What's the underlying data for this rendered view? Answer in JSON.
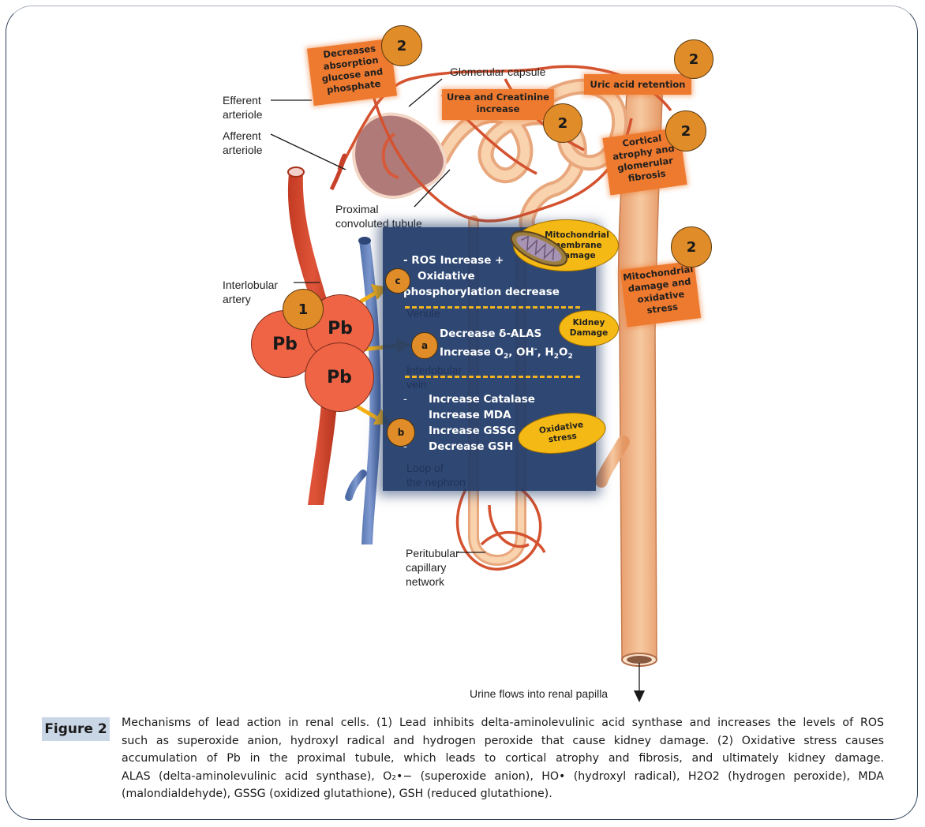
{
  "figure": {
    "label": "Figure 2",
    "caption_lines": [
      "Mechanisms of lead action in renal cells. (1) Lead inhibits delta-aminolevulinic acid synthase and increases the levels of ROS",
      "such as superoxide anion, hydroxyl radical and hydrogen peroxide that cause kidney damage. (2) Oxidative stress causes",
      "accumulation of Pb in the proximal tubule, which leads to cortical atrophy and fibrosis, and ultimately kidney damage.",
      "ALAS (delta-aminolevulinic acid synthase), O₂•− (superoxide anion), HO• (hydroxyl radical), H2O2 (hydrogen peroxide), MDA",
      "(malondialdehyde), GSSG (oxidized glutathione), GSH (reduced glutathione)."
    ]
  },
  "anatomy_labels": {
    "efferent_arteriole": [
      "Efferent",
      "arteriole"
    ],
    "afferent_arteriole": [
      "Afferent",
      "arteriole"
    ],
    "glomerular_capsule": "Glomerular capsule",
    "proximal_tubule": [
      "Proximal",
      "convoluted tubule"
    ],
    "interlobular_artery": [
      "Interlobular",
      "artery"
    ],
    "venule": "Venule",
    "interlobular_vein": [
      "Interlobular",
      "vein"
    ],
    "loop_of_nephron": [
      "Loop of",
      "the nephron"
    ],
    "peritubular": [
      "Peritubular",
      "capillary",
      "network"
    ],
    "urine_flow": "Urine flows into renal papilla"
  },
  "effects": {
    "absorption": [
      "Decreases",
      "absorption",
      "glucose and",
      "phosphate"
    ],
    "urea": [
      "Urea and Creatinine",
      "increase"
    ],
    "uric": "Uric acid retention",
    "cortical": [
      "Cortical",
      "atrophy and",
      "glomerular",
      "fibrosis"
    ],
    "mito_damage": [
      "Mitochondrial",
      "damage and",
      "oxidative",
      "stress"
    ],
    "marker": "2"
  },
  "lead": {
    "symbol": "Pb",
    "marker": "1"
  },
  "panel": {
    "c_label": "c",
    "c_lines": [
      "-  ROS Increase +",
      "Oxidative",
      "phosphorylation decrease"
    ],
    "a_label": "a",
    "a_line1": "Decrease δ-ALAS",
    "a_line2_prefix": "Increase O",
    "a_line2_rest": ", OH",
    "a_line2_tail": ", H",
    "a_o": "O",
    "sub2": "2",
    "sup_minus": "-",
    "b_label": "b",
    "b_items": [
      {
        "bullet": "-",
        "text": "Increase Catalase"
      },
      {
        "bullet": "",
        "text": "Increase MDA"
      },
      {
        "bullet": "",
        "text": "Increase GSSG"
      },
      {
        "bullet": "-",
        "text": "Decrease GSH"
      }
    ]
  },
  "bubbles": {
    "mito_membrane": [
      "Mitochondrial",
      "membrane",
      "damage"
    ],
    "kidney_damage": [
      "Kidney",
      "Damage"
    ],
    "oxidative_stress": [
      "Oxidative",
      "stress"
    ]
  },
  "colors": {
    "effect_box": "#ee7a2f",
    "marker": "#e08c28",
    "lead": "#ef6445",
    "panel": "#1f3a68",
    "dash": "#f2b320",
    "bubble": "#f5b915",
    "figure_label_bg": "#c9d6e6"
  }
}
